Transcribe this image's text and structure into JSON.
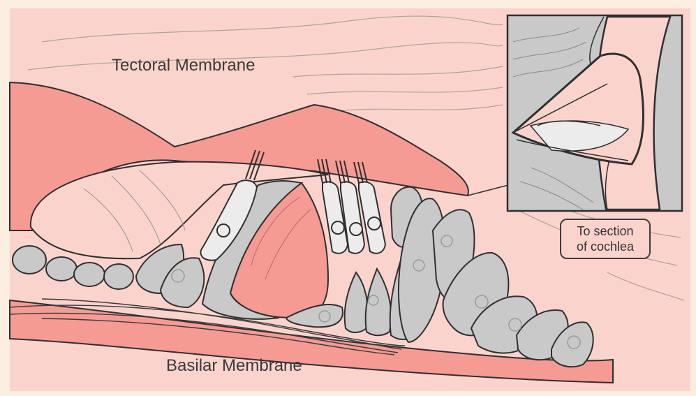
{
  "labels": {
    "tectoral": "Tectoral Membrane",
    "basilar": "Basilar Membrane",
    "callout_line1": "To section",
    "callout_line2": "of cochlea"
  },
  "colors": {
    "background": "#fbeee0",
    "tissue_light": "#fbd3cd",
    "tissue_dark": "#f59b94",
    "cell_gray": "#c9c9c9",
    "hair_cell": "#ececec",
    "outline": "#2f2f2f"
  }
}
